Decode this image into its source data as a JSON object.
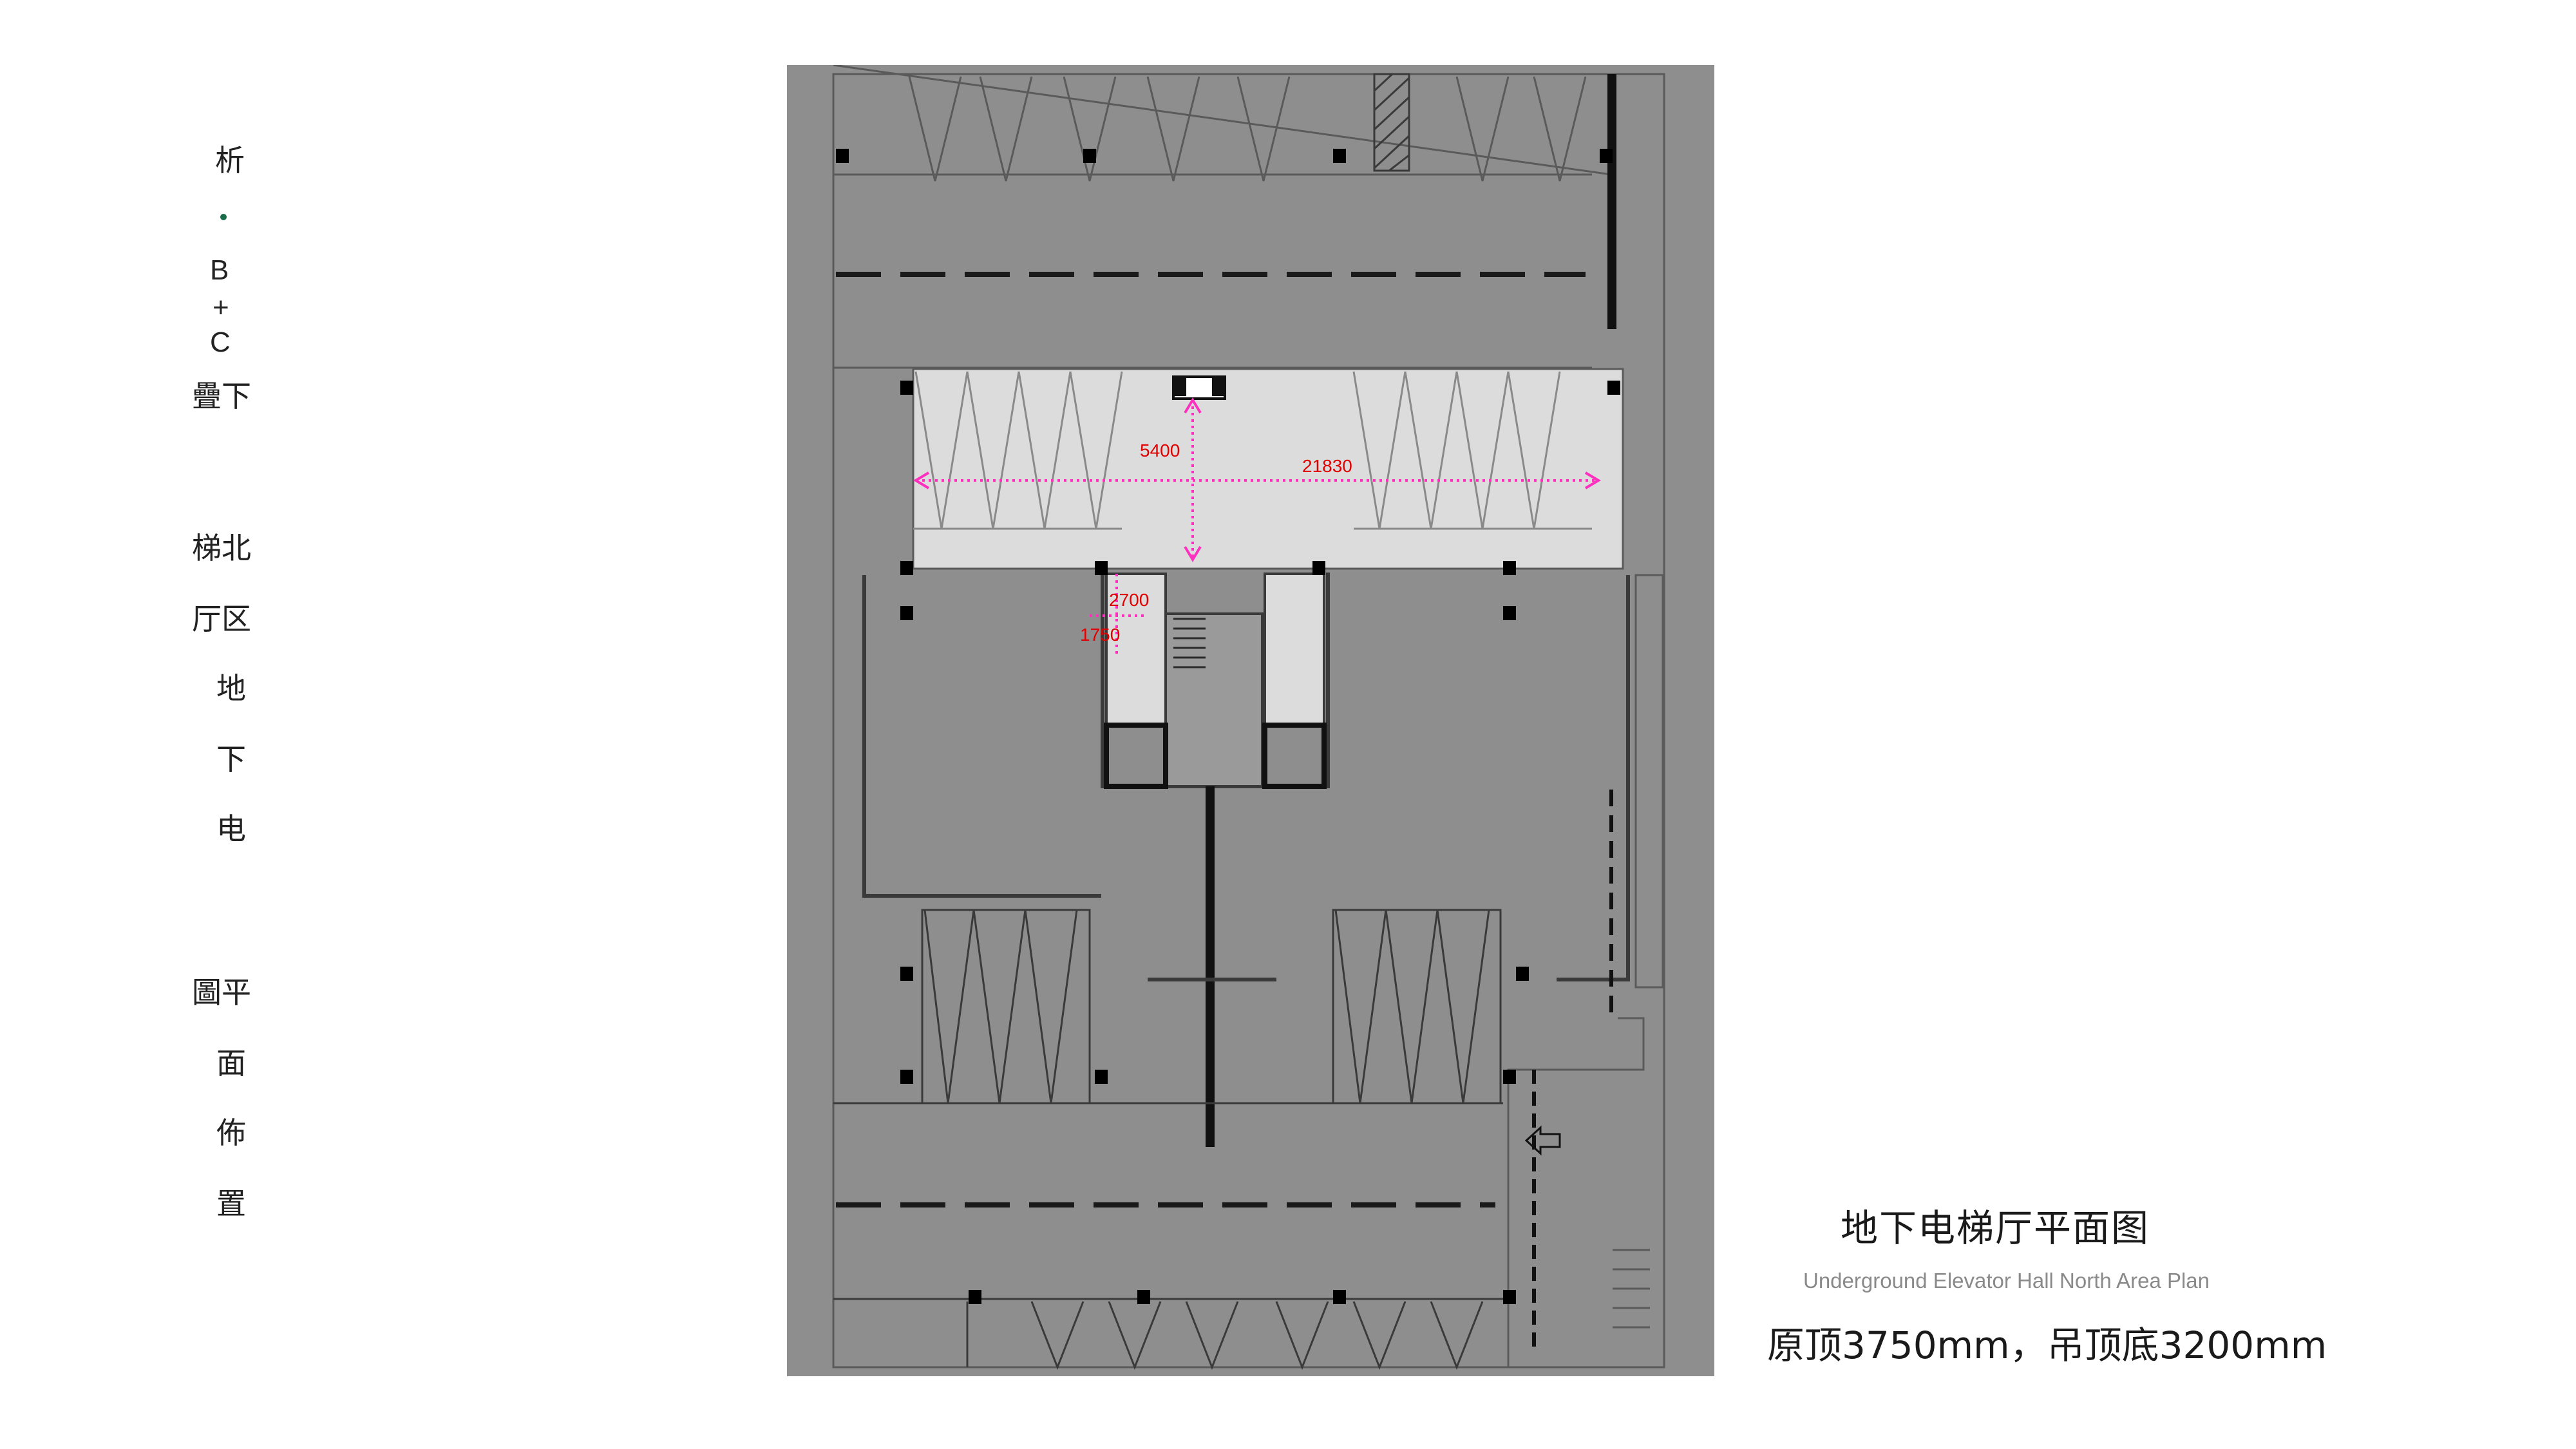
{
  "side_labels": {
    "l1": "析",
    "l3": "B",
    "l4": "+",
    "l5": "C",
    "l6": "疊下",
    "l7": "梯北",
    "l8": "厅区",
    "l9": "地",
    "l10": "下",
    "l11": "电",
    "l12": "圖平",
    "l13": "面",
    "l14": "佈",
    "l15": "置"
  },
  "dimensions": {
    "hall_depth": "5400",
    "hall_width": "21830",
    "corridor_width": "2700",
    "corridor_depth": "1750"
  },
  "caption": {
    "title": "地下电梯厅平面图",
    "subtitle": "Underground Elevator Hall North Area Plan",
    "spec": "原顶3750mm，吊顶底3200mm"
  },
  "colors": {
    "panel": "#8e8e8e",
    "hall_fill": "#dcdcdc",
    "dimension": "#ff2fbf",
    "dimension_text": "#e00000",
    "wall": "#555555",
    "column": "#000000",
    "accent_dot": "#1a6b4a"
  }
}
